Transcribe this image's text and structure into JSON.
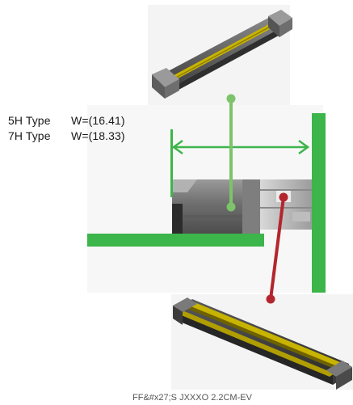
{
  "labels": {
    "type_5h": {
      "name": "5H Type",
      "width": "W=(16.41)"
    },
    "type_7h": {
      "name": "7H Type",
      "width": "W=(18.33)"
    }
  },
  "caption": "FF&#x27;S  JXXXO 2.2CM-EV",
  "colors": {
    "board_green": "#3cb54a",
    "arrow_green": "#3cb54a",
    "link_green": "#7cc36a",
    "link_red": "#b3262d",
    "connector_dark": "#4a4a4a",
    "connector_mid": "#8a8a8a",
    "connector_light": "#cfcfcf",
    "pin_gold": "#c8b400"
  }
}
